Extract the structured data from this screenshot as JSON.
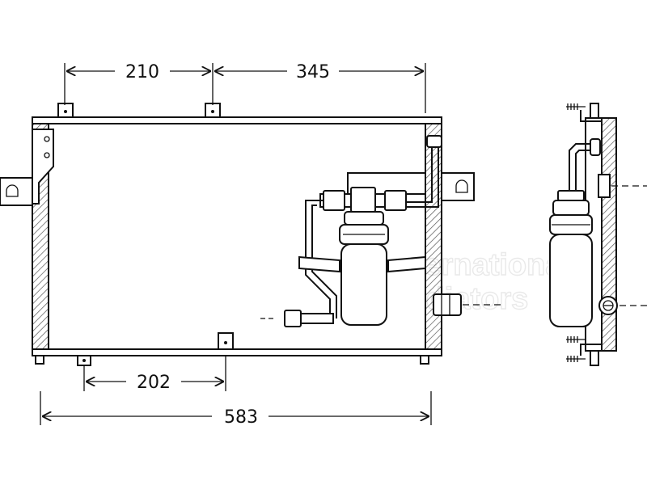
{
  "dimensions": {
    "top_left": "210",
    "top_right": "345",
    "bottom_inner": "202",
    "bottom_overall": "583"
  },
  "watermark": {
    "line1": "International",
    "line2": "Radiators"
  },
  "colors": {
    "stroke": "#111111",
    "hatch": "#555555",
    "watermark": "#e9e9e9",
    "background": "#ffffff"
  }
}
